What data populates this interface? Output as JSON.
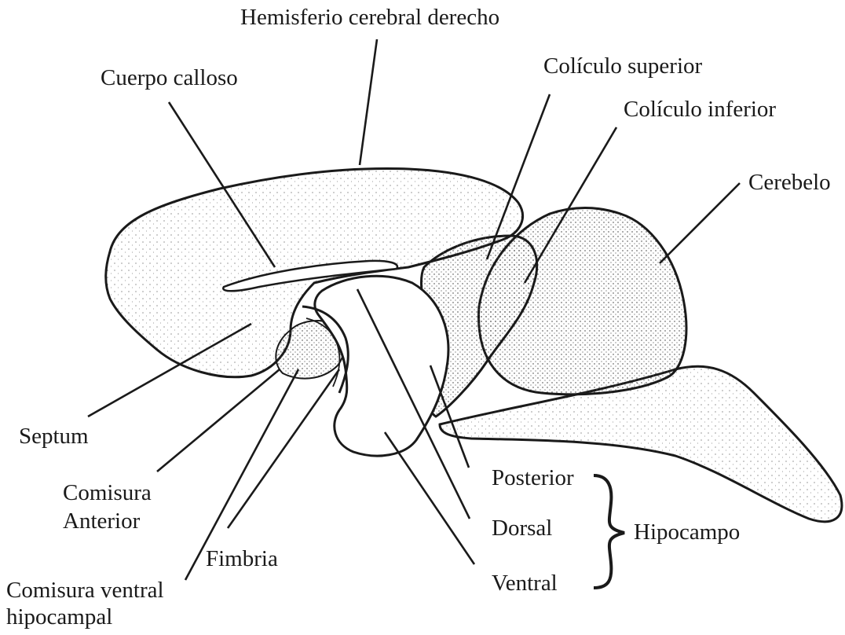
{
  "labels": {
    "hemisferio": "Hemisferio cerebral derecho",
    "cuerpo_calloso": "Cuerpo calloso",
    "coliculo_superior": "Colículo superior",
    "coliculo_inferior": "Colículo inferior",
    "cerebelo": "Cerebelo",
    "septum": "Septum",
    "comisura_anterior_1": "Comisura",
    "comisura_anterior_2": "Anterior",
    "fimbria": "Fimbria",
    "comisura_ventral_1": "Comisura ventral",
    "comisura_ventral_2": "hipocampal",
    "posterior": "Posterior",
    "dorsal": "Dorsal",
    "ventral": "Ventral",
    "hipocampo": "Hipocampo"
  },
  "colors": {
    "ink": "#1a1a1a",
    "fill": "#ffffff"
  }
}
